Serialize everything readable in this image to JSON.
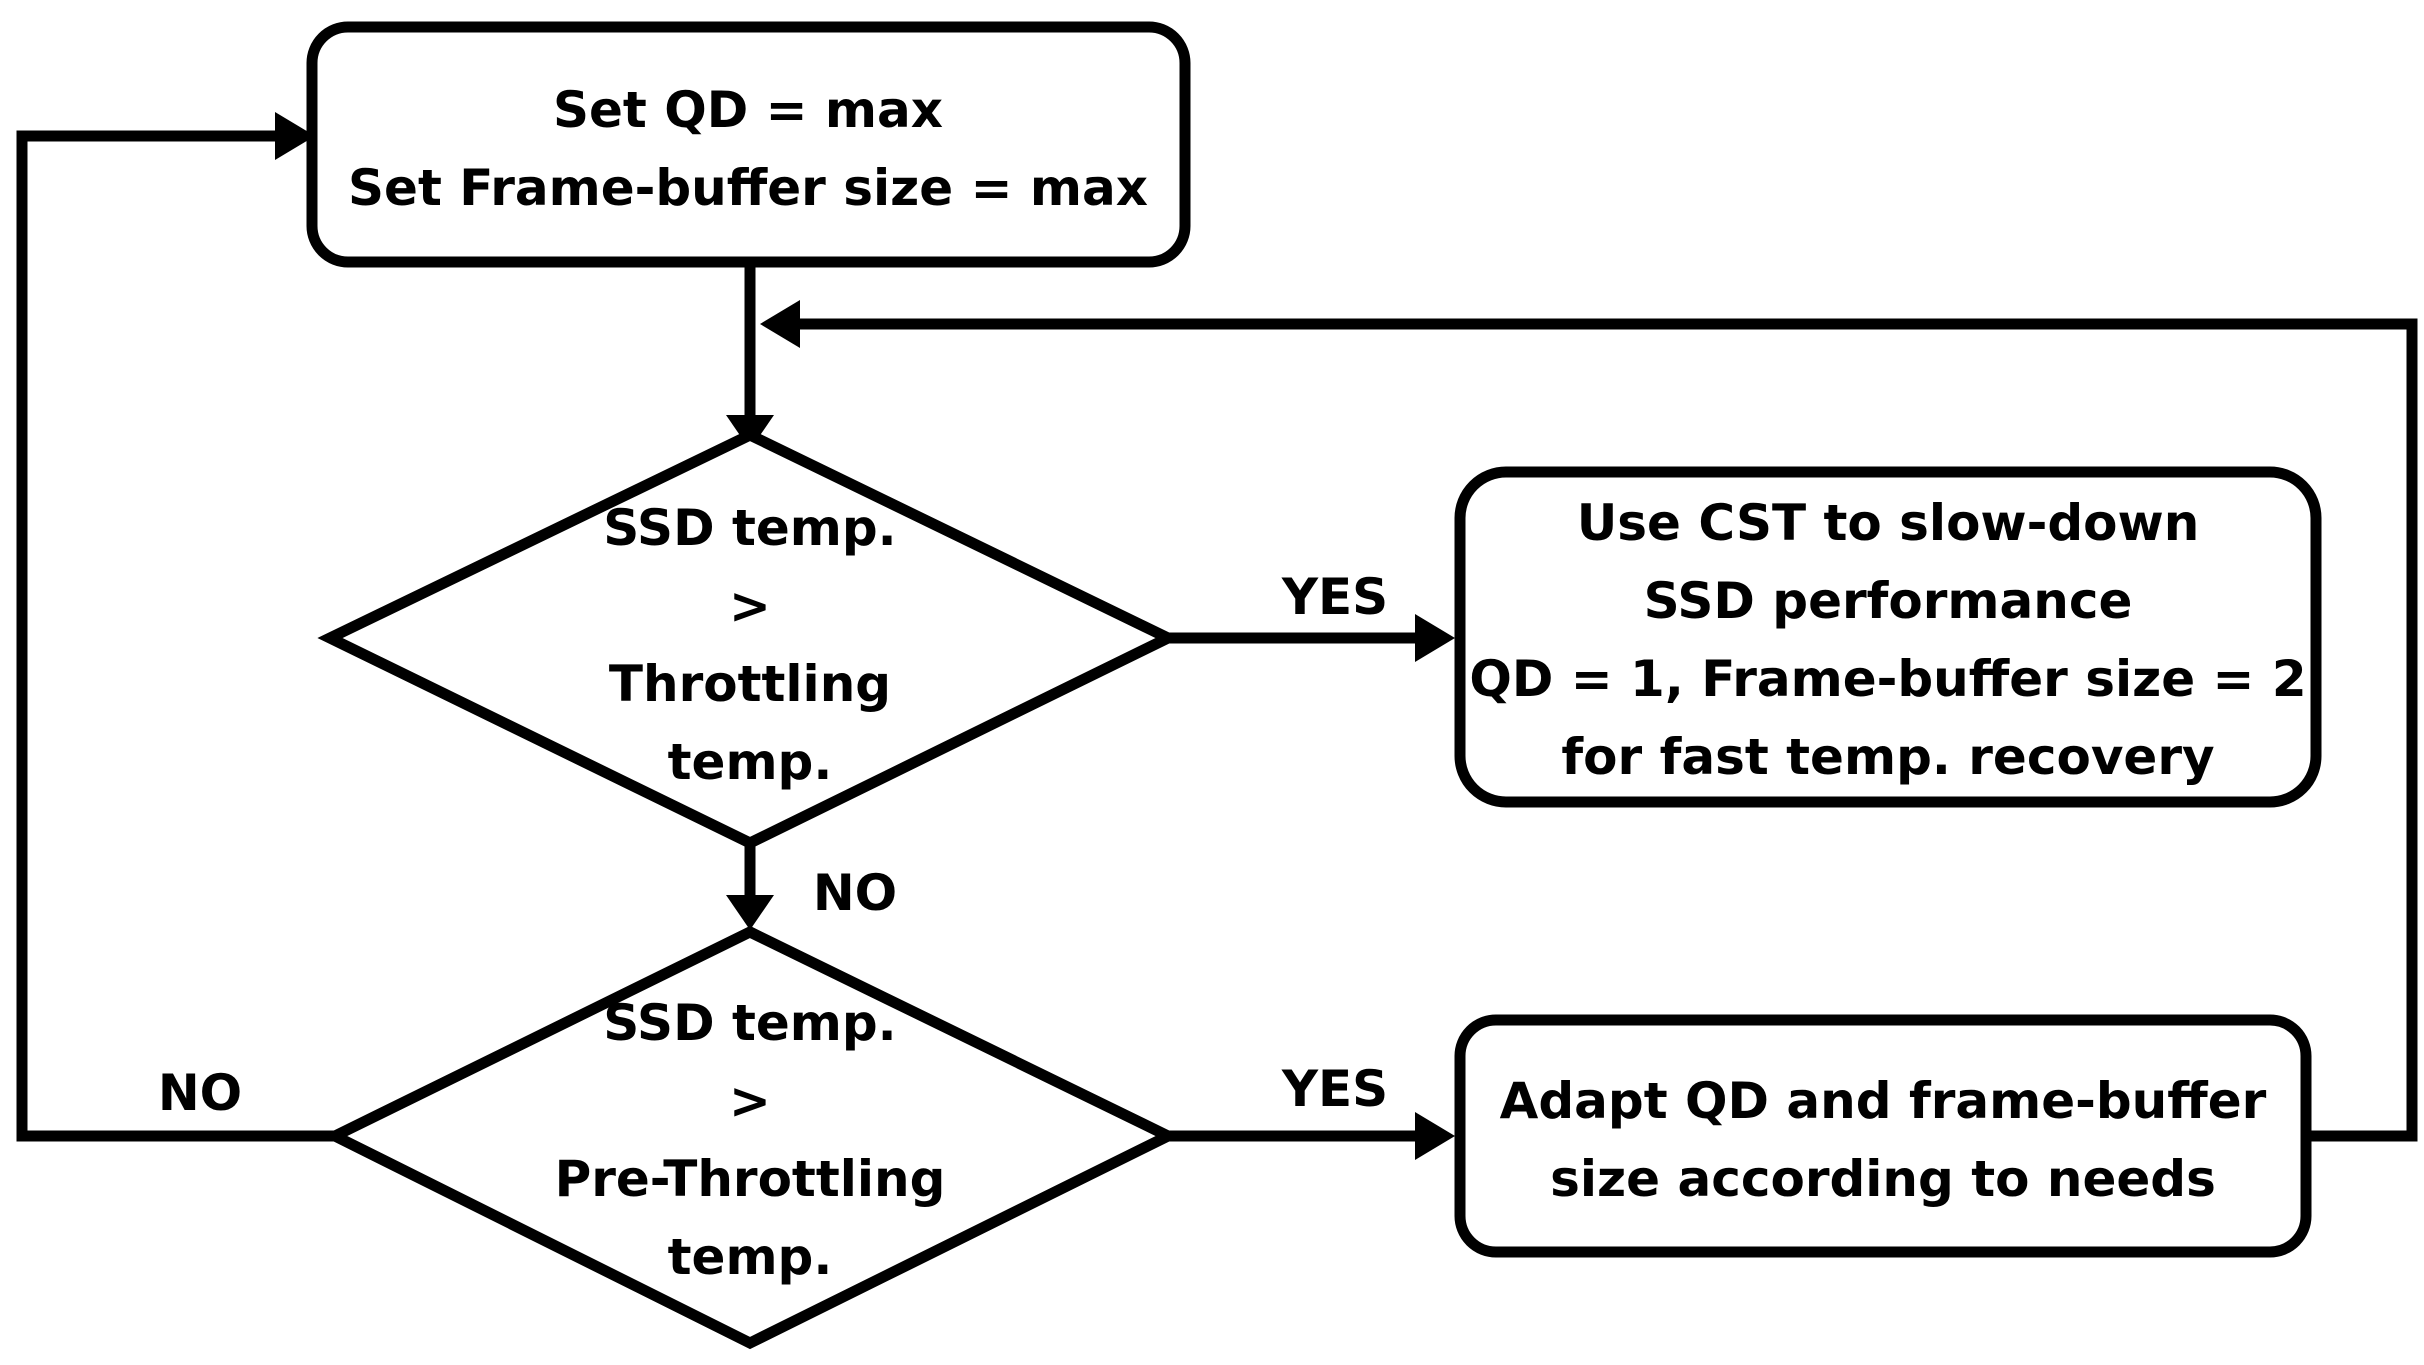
{
  "nodes": {
    "init_box": {
      "lines": [
        "Set QD = max",
        "Set Frame-buffer size = max"
      ]
    },
    "decision_throttle": {
      "lines": [
        "SSD temp.",
        ">",
        "Throttling",
        "temp."
      ]
    },
    "decision_pre_throttle": {
      "lines": [
        "SSD temp.",
        ">",
        "Pre-Throttling",
        "temp."
      ]
    },
    "cst_box": {
      "lines": [
        "Use CST to slow-down",
        "SSD performance",
        "QD = 1, Frame-buffer size = 2",
        "for fast temp. recovery"
      ]
    },
    "adapt_box": {
      "lines": [
        "Adapt QD and frame-buffer",
        "size according to needs"
      ]
    }
  },
  "edges": {
    "throttle_yes": {
      "label": "YES"
    },
    "throttle_no": {
      "label": "NO"
    },
    "pre_throttle_yes": {
      "label": "YES"
    },
    "pre_throttle_no": {
      "label": "NO"
    }
  },
  "colors": {
    "stroke": "#000000",
    "fill": "#ffffff",
    "text": "#000000"
  }
}
